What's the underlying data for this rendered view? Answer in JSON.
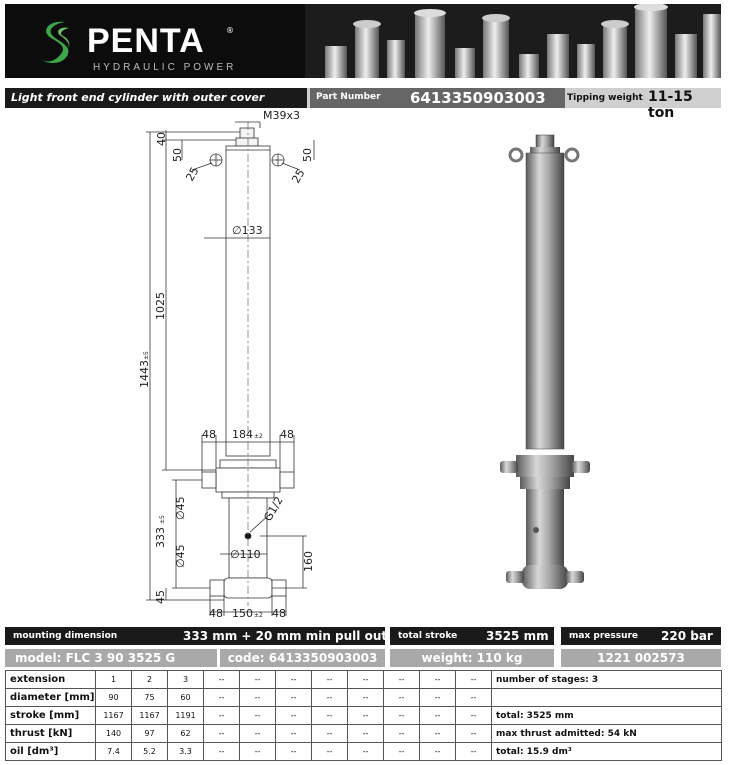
{
  "brand": {
    "name": "PENTA",
    "registered": "®",
    "subtitle": "HYDRAULIC POWER"
  },
  "title": {
    "text": "Light front end cylinder with outer cover",
    "part_number_label": "Part Number",
    "part_number": "6413350903003",
    "tipping_weight_label": "Tipping weight",
    "tipping_weight": "11-15 ton"
  },
  "dims": {
    "thread": "M39x3",
    "top_offset": "40",
    "eye_offset_left": "50",
    "eye_offset_right": "50",
    "eye_dia_left": "25",
    "eye_dia_right": "25",
    "outer_dia": "∅133",
    "cover_length": "1025",
    "overall_length": "1443",
    "overall_tol": "±5",
    "trunnion_w_left": "48",
    "trunnion_span": "184",
    "trunnion_span_tol": "±2",
    "trunnion_w_right": "48",
    "trunnion_dia": "∅45",
    "port": "G1/2",
    "lower_length": "333",
    "lower_tol": "±5",
    "bottom_trunnion_dia": "∅45",
    "base_dia": "∅110",
    "port_height": "160",
    "bottom_offset": "45",
    "bottom_w_left": "48",
    "bottom_span": "150",
    "bottom_span_tol": "±2",
    "bottom_w_right": "48"
  },
  "info": {
    "mounting_label": "mounting dimension",
    "mounting_value": "333 mm + 20 mm min pull out",
    "stroke_label": "total stroke",
    "stroke_value": "3525 mm",
    "pressure_label": "max pressure",
    "pressure_value": "220 bar",
    "model": "model: FLC 3 90 3525 G",
    "code": "code: 6413350903003",
    "weight": "weight: 110 kg",
    "ref": "1221 002573"
  },
  "table": {
    "rows": [
      {
        "label": "extension",
        "cells": [
          "1",
          "2",
          "3",
          "--",
          "--",
          "--",
          "--",
          "--",
          "--",
          "--",
          "--"
        ],
        "summary": "number of stages: 3"
      },
      {
        "label": "diameter [mm]",
        "cells": [
          "90",
          "75",
          "60",
          "--",
          "--",
          "--",
          "--",
          "--",
          "--",
          "--",
          "--"
        ],
        "summary": ""
      },
      {
        "label": "stroke [mm]",
        "cells": [
          "1167",
          "1167",
          "1191",
          "--",
          "--",
          "--",
          "--",
          "--",
          "--",
          "--",
          "--"
        ],
        "summary": "total: 3525 mm"
      },
      {
        "label": "thrust [kN]",
        "cells": [
          "140",
          "97",
          "62",
          "--",
          "--",
          "--",
          "--",
          "--",
          "--",
          "--",
          "--"
        ],
        "summary": "max thrust admitted: 54 kN"
      },
      {
        "label": "oil [dm³]",
        "cells": [
          "7.4",
          "5.2",
          "3.3",
          "--",
          "--",
          "--",
          "--",
          "--",
          "--",
          "--",
          "--"
        ],
        "summary": "total: 15.9 dm³"
      }
    ]
  },
  "colors": {
    "header_bg": "#0c0c0c",
    "logo_green": "#3aa84a",
    "bar_dark": "#1a1a1a",
    "bar_gray": "#a9a9a9"
  }
}
